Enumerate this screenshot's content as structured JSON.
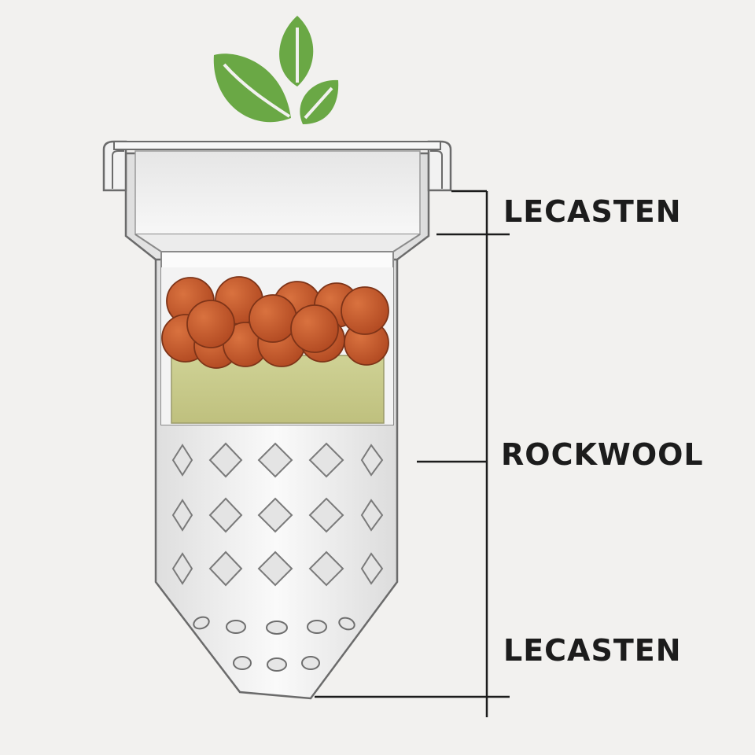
{
  "labels": {
    "top": "LECASTEN",
    "middle": "ROCKWOOL",
    "bottom": "LECASTEN"
  },
  "colors": {
    "background": "#f2f1ef",
    "pot": "#f4f4f3",
    "pot_outline": "#6b6b6b",
    "leaf": "#6aa845",
    "clay_pebble": "#c4582b",
    "rockwool": "#c7c98a",
    "leader_line": "#1c1c1c"
  },
  "icons": {
    "plant": "seedling-leaves-icon"
  }
}
